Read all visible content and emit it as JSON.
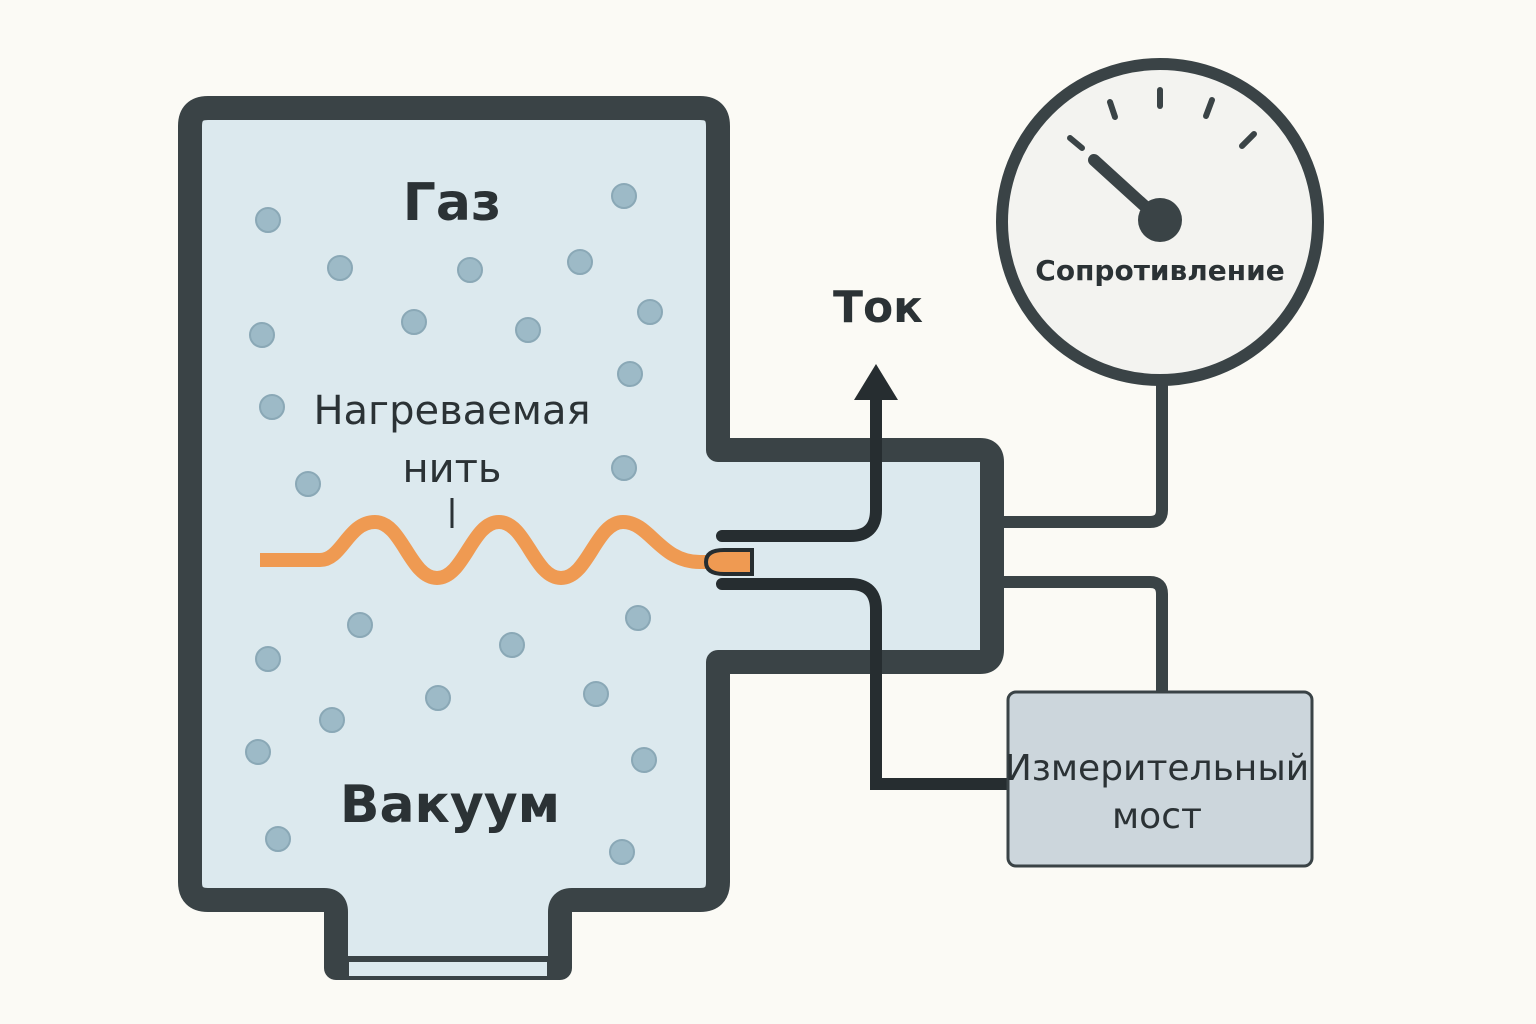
{
  "labels": {
    "gas": "Газ",
    "vacuum": "Вакуум",
    "filament_line1": "Нагреваемая",
    "filament_line2": "нить",
    "current": "Ток",
    "resistance": "Сопротивление",
    "bridge_line1": "Измерительный",
    "bridge_line2": "мост"
  },
  "colors": {
    "background": "#fbfaf5",
    "chamber_fill": "#dce9ee",
    "outline": "#3a4346",
    "wire": "#262d30",
    "filament": "#ef9a52",
    "molecule": "#9dbac7",
    "molecule_stroke": "#8aa8b6",
    "gauge_face": "#f3f3f0",
    "bridge_box": "#ccd6dc"
  },
  "icons": {
    "gauge": "resistance-gauge-icon",
    "arrow": "current-arrow-icon",
    "molecule": "gas-molecule-icon"
  }
}
